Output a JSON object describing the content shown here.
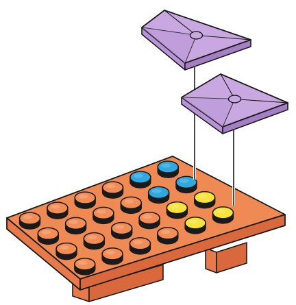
{
  "colors": {
    "background": "#ffffff",
    "outline": "#1a1a1a",
    "plate_top": "#f08a55",
    "plate_front": "#e8794a",
    "plate_side": "#d9683c",
    "stud_orange_top": "#f28d58",
    "stud_orange_side": "#d8693b",
    "stud_yellow_top": "#f7e33c",
    "stud_yellow_side": "#d9c21c",
    "stud_blue_top": "#2fa8e0",
    "stud_blue_side": "#1b86bd",
    "tile_top": "#c9a8e2",
    "tile_bevel": "#b893d6",
    "tile_side": "#a57fc4",
    "guide_line": "#1a1a1a"
  },
  "plate": {
    "studs": [
      [
        "orange",
        "orange",
        "orange",
        "orange",
        "yellow",
        "yellow"
      ],
      [
        "orange",
        "orange",
        "orange",
        "orange",
        "yellow",
        "yellow"
      ],
      [
        "orange",
        "orange",
        "orange",
        "orange",
        "blue",
        "blue"
      ],
      [
        "orange",
        "orange",
        "orange",
        "orange",
        "blue",
        "blue"
      ]
    ]
  },
  "tiles": [
    {
      "name": "upper-tile",
      "color": "lavender"
    },
    {
      "name": "lower-tile",
      "color": "lavender"
    }
  ]
}
